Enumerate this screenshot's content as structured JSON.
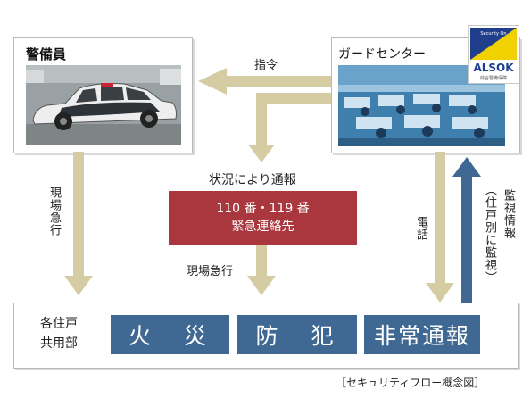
{
  "guard": {
    "title": "警備員"
  },
  "center": {
    "title": "ガードセンター"
  },
  "logo": {
    "small_text": "Security On",
    "brand": "ALSOK",
    "sub_text": "綜合警備保障"
  },
  "labels": {
    "command": "指令",
    "report_by_situation": "状況により通報",
    "rush_to_site_left": "現場急行",
    "rush_to_site_center": "現場急行",
    "phone": "電話",
    "monitoring_info": "監視情報",
    "per_unit_monitoring": "（住戸別に監視）"
  },
  "emergency": {
    "line1": "110 番・119 番",
    "line2": "緊急連絡先"
  },
  "bottom": {
    "label_line1": "各住戸",
    "label_line2": "共用部",
    "categories": [
      "火　災",
      "防　犯",
      "非常通報"
    ]
  },
  "caption": "［セキュリティフロー概念図］",
  "colors": {
    "arrow_tan": "#d6cca4",
    "arrow_blue": "#3f6892",
    "emergency_red": "#a9373d",
    "category_blue": "#3f6892"
  }
}
